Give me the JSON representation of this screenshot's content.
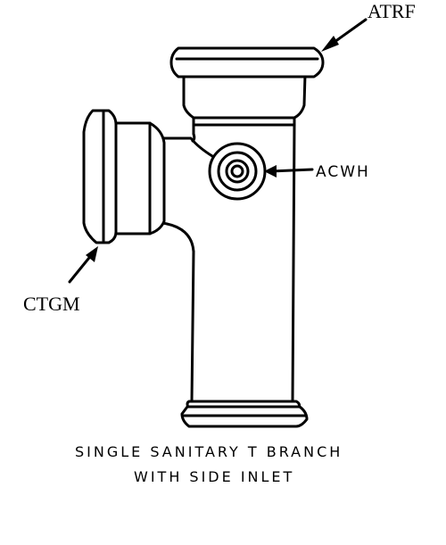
{
  "labels": {
    "top_right": "ATRF",
    "side_port": "ACWH",
    "left_inlet": "CTGM"
  },
  "caption": {
    "line1": "SINGLE SANITARY T BRANCH",
    "line2": "WITH SIDE INLET"
  },
  "colors": {
    "ink": "#000000",
    "paper": "#ffffff"
  }
}
